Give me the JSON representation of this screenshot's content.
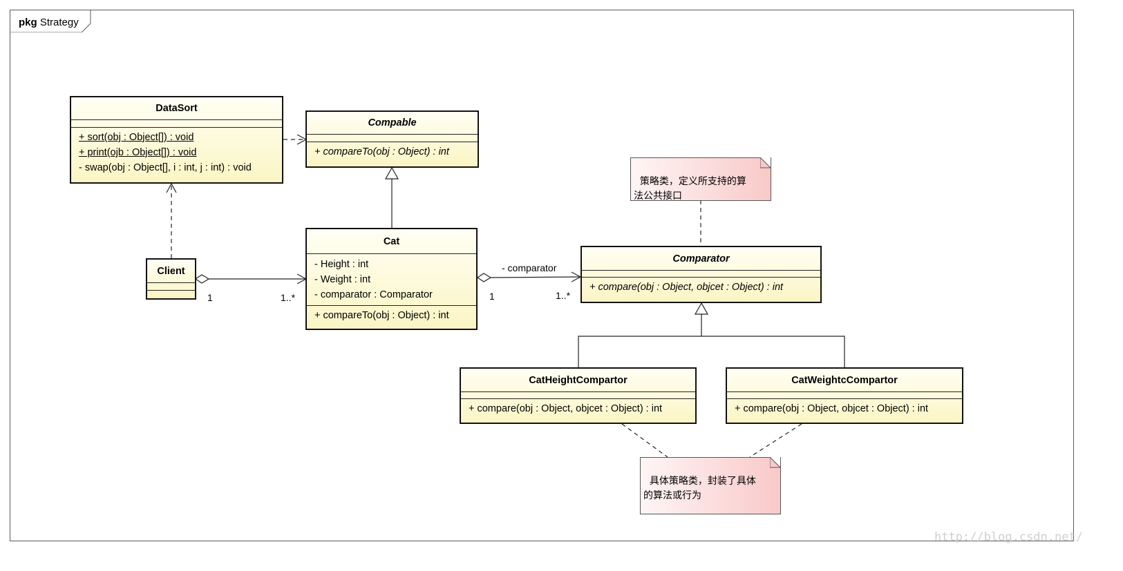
{
  "package": {
    "keyword": "pkg",
    "name": "Strategy"
  },
  "classes": {
    "datasort": {
      "name": "DataSort",
      "ops": [
        "+ sort(obj : Object[]) : void",
        "+ print(ojb : Object[]) : void",
        "- swap(obj : Object[], i : int, j : int) : void"
      ]
    },
    "compable": {
      "name": "Compable",
      "ops": [
        "+ compareTo(obj : Object) : int"
      ]
    },
    "cat": {
      "name": "Cat",
      "attrs": [
        "- Height : int",
        "- Weight : int",
        "- comparator : Comparator"
      ],
      "ops": [
        "+ compareTo(obj : Object) : int"
      ]
    },
    "client": {
      "name": "Client"
    },
    "comparator": {
      "name": "Comparator",
      "ops": [
        "+ compare(obj : Object, objcet : Object) : int"
      ]
    },
    "catheight": {
      "name": "CatHeightCompartor",
      "ops": [
        "+ compare(obj : Object, objcet : Object) : int"
      ]
    },
    "catweight": {
      "name": "CatWeightcCompartor",
      "ops": [
        "+ compare(obj : Object, objcet : Object) : int"
      ]
    }
  },
  "notes": {
    "strategy": "策略类，定义所支持的算\n法公共接口",
    "concrete": "具体策略类，封装了具体\n的算法或行为"
  },
  "labels": {
    "client_mult": "1",
    "cat_mult": "1..*",
    "comparator_role": "- comparator",
    "cat_comp_mult": "1",
    "comparator_mult": "1..*"
  },
  "watermark": "http://blog.csdn.net/"
}
